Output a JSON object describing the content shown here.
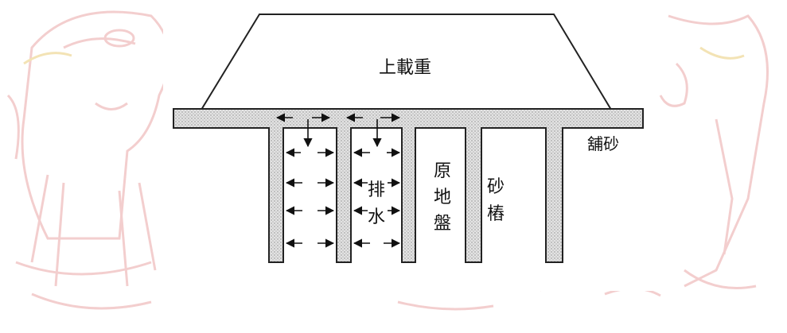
{
  "diagram": {
    "surcharge_label": "上載重",
    "sand_blanket_label": "舖砂",
    "original_ground_label": [
      "原",
      "地",
      "盤"
    ],
    "sand_pile_label": [
      "砂",
      "樁"
    ],
    "drainage_label": [
      "排",
      "水"
    ]
  },
  "colors": {
    "line": "#222222",
    "sand_fill": "#d9d9d9",
    "background_sketch": "#f2c9c9",
    "background_sketch_accent": "#f3e3b5"
  },
  "icons": [
    "arrow-left-icon",
    "arrow-right-icon",
    "arrow-down-icon"
  ]
}
